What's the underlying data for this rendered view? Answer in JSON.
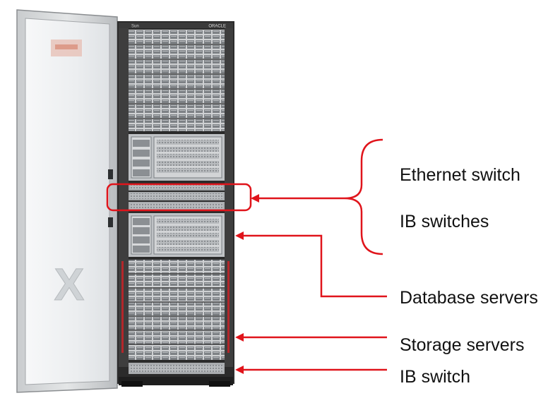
{
  "labels": {
    "ethernet_switch": "Ethernet switch",
    "ib_switches": "IB switches",
    "database_servers": "Database servers",
    "storage_servers": "Storage servers",
    "ib_switch": "IB switch"
  },
  "rack": {
    "brand_left": "Sun",
    "brand_right": "ORACLE",
    "door_logo": "X"
  },
  "colors": {
    "annotation": "#e0141b",
    "rack_body": "#2a2a2a",
    "server_face": "#d9d9d9",
    "door_glass": "#eef0f2"
  }
}
